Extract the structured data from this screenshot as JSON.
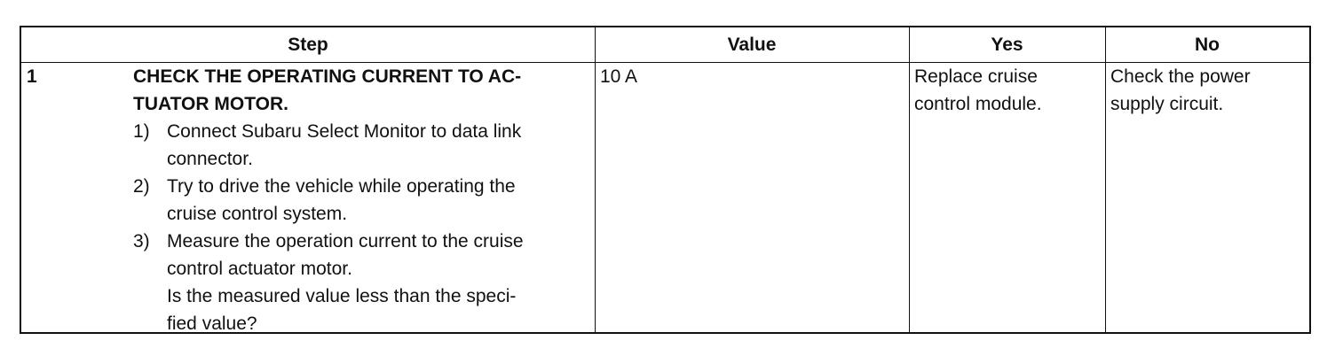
{
  "table": {
    "headers": {
      "step": "Step",
      "value": "Value",
      "yes": "Yes",
      "no": "No"
    },
    "row": {
      "number": "1",
      "title_line1": "CHECK THE OPERATING CURRENT TO AC-",
      "title_line2": "TUATOR MOTOR.",
      "steps": [
        {
          "num": "1)",
          "text_line1": "Connect Subaru Select Monitor to data link",
          "text_line2": "connector."
        },
        {
          "num": "2)",
          "text_line1": "Try to drive the vehicle while operating the",
          "text_line2": "cruise control system."
        },
        {
          "num": "3)",
          "text_line1": "Measure the operation current to the cruise",
          "text_line2": "control actuator motor."
        }
      ],
      "question_line1": "Is the measured value less than the speci-",
      "question_line2": "fied value?",
      "value": "10 A",
      "yes_line1": "Replace cruise",
      "yes_line2": "control module.",
      "no_line1": "Check the power",
      "no_line2": "supply circuit."
    }
  }
}
